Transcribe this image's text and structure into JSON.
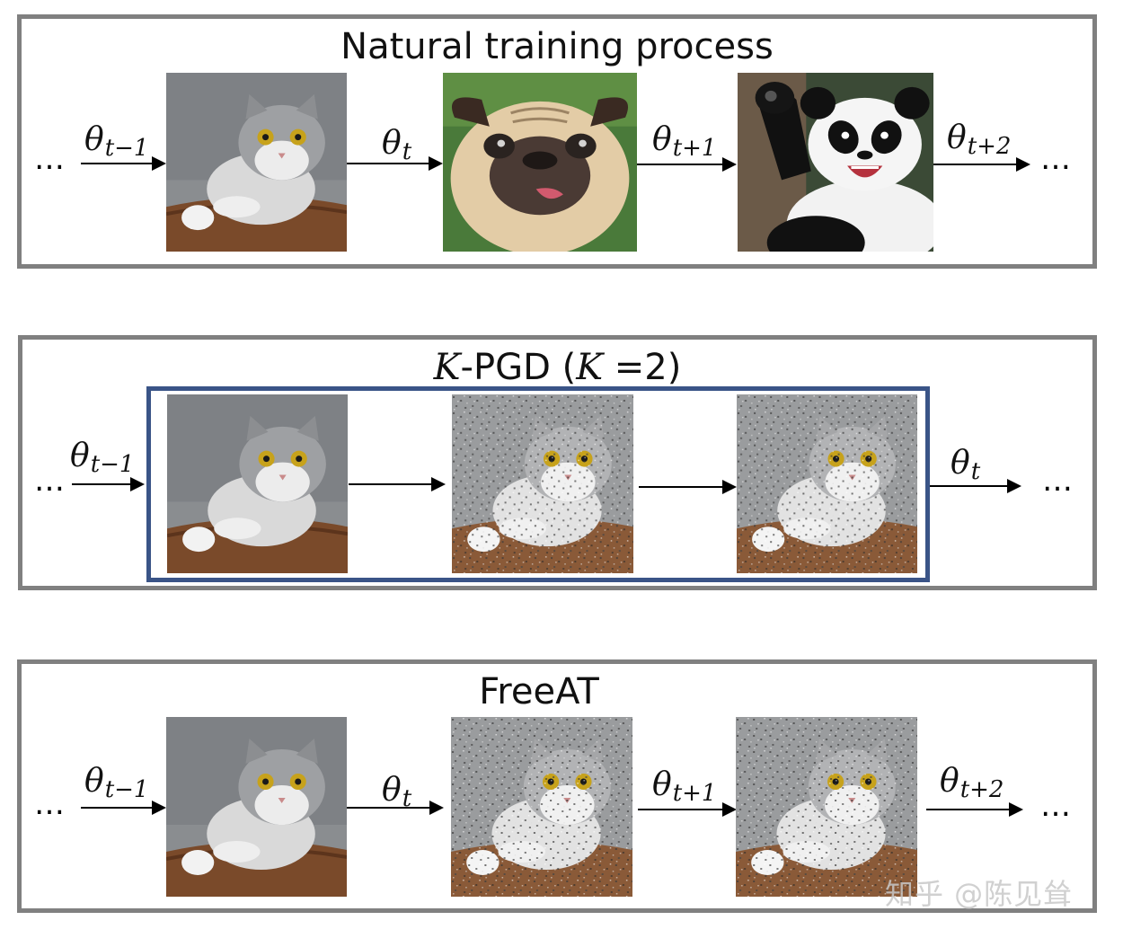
{
  "panels": {
    "natural": {
      "title": "Natural training process",
      "labels": {
        "t_minus_1": {
          "base": "θ",
          "sub": "t−1"
        },
        "t": {
          "base": "θ",
          "sub": "t"
        },
        "t_plus_1": {
          "base": "θ",
          "sub": "t+1"
        },
        "t_plus_2": {
          "base": "θ",
          "sub": "t+2"
        }
      },
      "images": [
        "cat",
        "pug dog",
        "panda"
      ]
    },
    "kpgd": {
      "title_k1": "K",
      "title_mid": "-PGD (",
      "title_k2": "K",
      "title_end": " =2)",
      "labels": {
        "t_minus_1": {
          "base": "θ",
          "sub": "t−1"
        },
        "t": {
          "base": "θ",
          "sub": "t"
        }
      },
      "images": [
        "cat",
        "cat with adversarial noise",
        "cat with adversarial noise"
      ]
    },
    "freeat": {
      "title": "FreeAT",
      "labels": {
        "t_minus_1": {
          "base": "θ",
          "sub": "t−1"
        },
        "t": {
          "base": "θ",
          "sub": "t"
        },
        "t_plus_1": {
          "base": "θ",
          "sub": "t+1"
        },
        "t_plus_2": {
          "base": "θ",
          "sub": "t+2"
        }
      },
      "images": [
        "cat",
        "cat with adversarial noise",
        "cat with adversarial noise"
      ]
    }
  },
  "ellipsis": "…",
  "watermark": "知乎 @陈见耸",
  "colors": {
    "panel_border": "#808080",
    "inner_box_border": "#3a5487",
    "arrow": "#000000"
  }
}
